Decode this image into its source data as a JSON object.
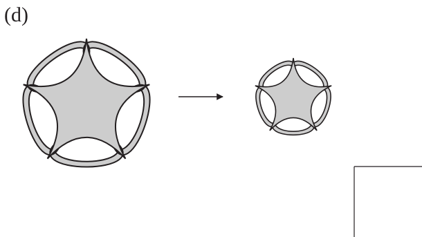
{
  "panel_label": "(d)",
  "colors": {
    "fill": "#cdcdcd",
    "stroke": "#231f20",
    "background": "#ffffff"
  },
  "figures": [
    {
      "name": "large-flower",
      "petals": 5,
      "inner_star_points": 5
    },
    {
      "name": "small-flower",
      "petals": 5,
      "inner_star_points": 5
    }
  ],
  "transition": {
    "icon": "right-arrow-icon"
  }
}
